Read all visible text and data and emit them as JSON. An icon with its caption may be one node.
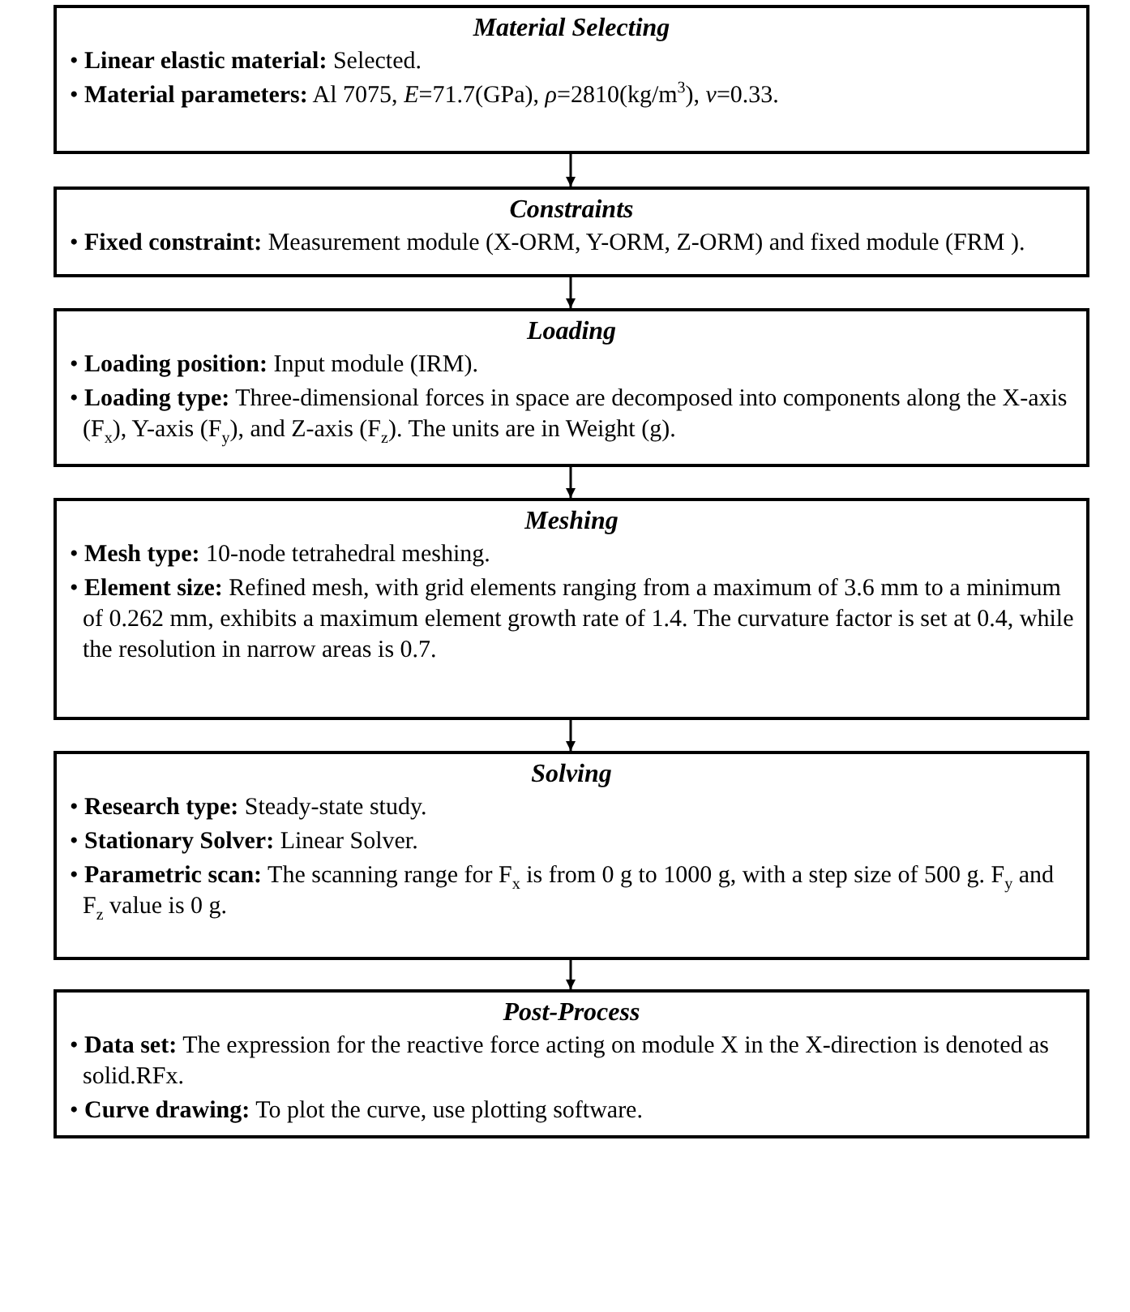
{
  "diagram": {
    "nodes": [
      {
        "text": [
          "Material Selecting",
          "• **Linear elastic material:** Selected.",
          "• **Material parameters:** Al 7075, *E*=71.7(GPa), *ρ*=2810(kg/m$^{3}$), *ν*=0.33."
        ]
      },
      {
        "text": [
          "Constraints",
          "• **Fixed constraint:** Measurement module (X-ORM, Y-ORM, Z-ORM) and fixed module (FRM )."
        ]
      },
      {
        "text": [
          "Loading",
          "• **Loading position:** Input module (IRM).",
          "• **Loading type:** Three-dimensional forces in space are decomposed into components along the X-axis (F$_{x}$), Y-axis (F$_{y}$), and Z-axis (F$_{z}$). The units are in Weight (g)."
        ]
      },
      {
        "text": [
          "Meshing",
          "• **Mesh type:** 10-node tetrahedral meshing.",
          "• **Element size:** Refined mesh, with grid elements ranging from a maximum of 3.6 mm to a minimum of 0.262 mm, exhibits a maximum element growth rate of 1.4. The curvature factor is set at 0.4, while the resolution in narrow areas is 0.7."
        ]
      },
      {
        "text": [
          "Solving",
          "• **Research type:** Steady-state study.",
          "• **Stationary Solver:** Linear Solver.",
          "• **Parametric scan:** The scanning range for F$_{x}$ is from 0 g to 1000 g, with a step size of 500 g. F$_{y}$ and F$_{z}$ value is 0 g."
        ]
      },
      {
        "text": [
          "Post-Process",
          "• **Data set:** The expression for the reactive force acting on module X in the X-direction is denoted as solid.RFx.",
          "• **Curve drawing:** To plot the curve, use plotting software."
        ]
      }
    ],
    "edges": [
      {
        "from": 0,
        "to": 1,
        "arrow": "to"
      },
      {
        "from": 1,
        "to": 2,
        "arrow": "to"
      },
      {
        "from": 2,
        "to": 3,
        "arrow": "to"
      },
      {
        "from": 3,
        "to": 4,
        "arrow": "to"
      },
      {
        "from": 4,
        "to": 5,
        "arrow": "to"
      }
    ]
  }
}
